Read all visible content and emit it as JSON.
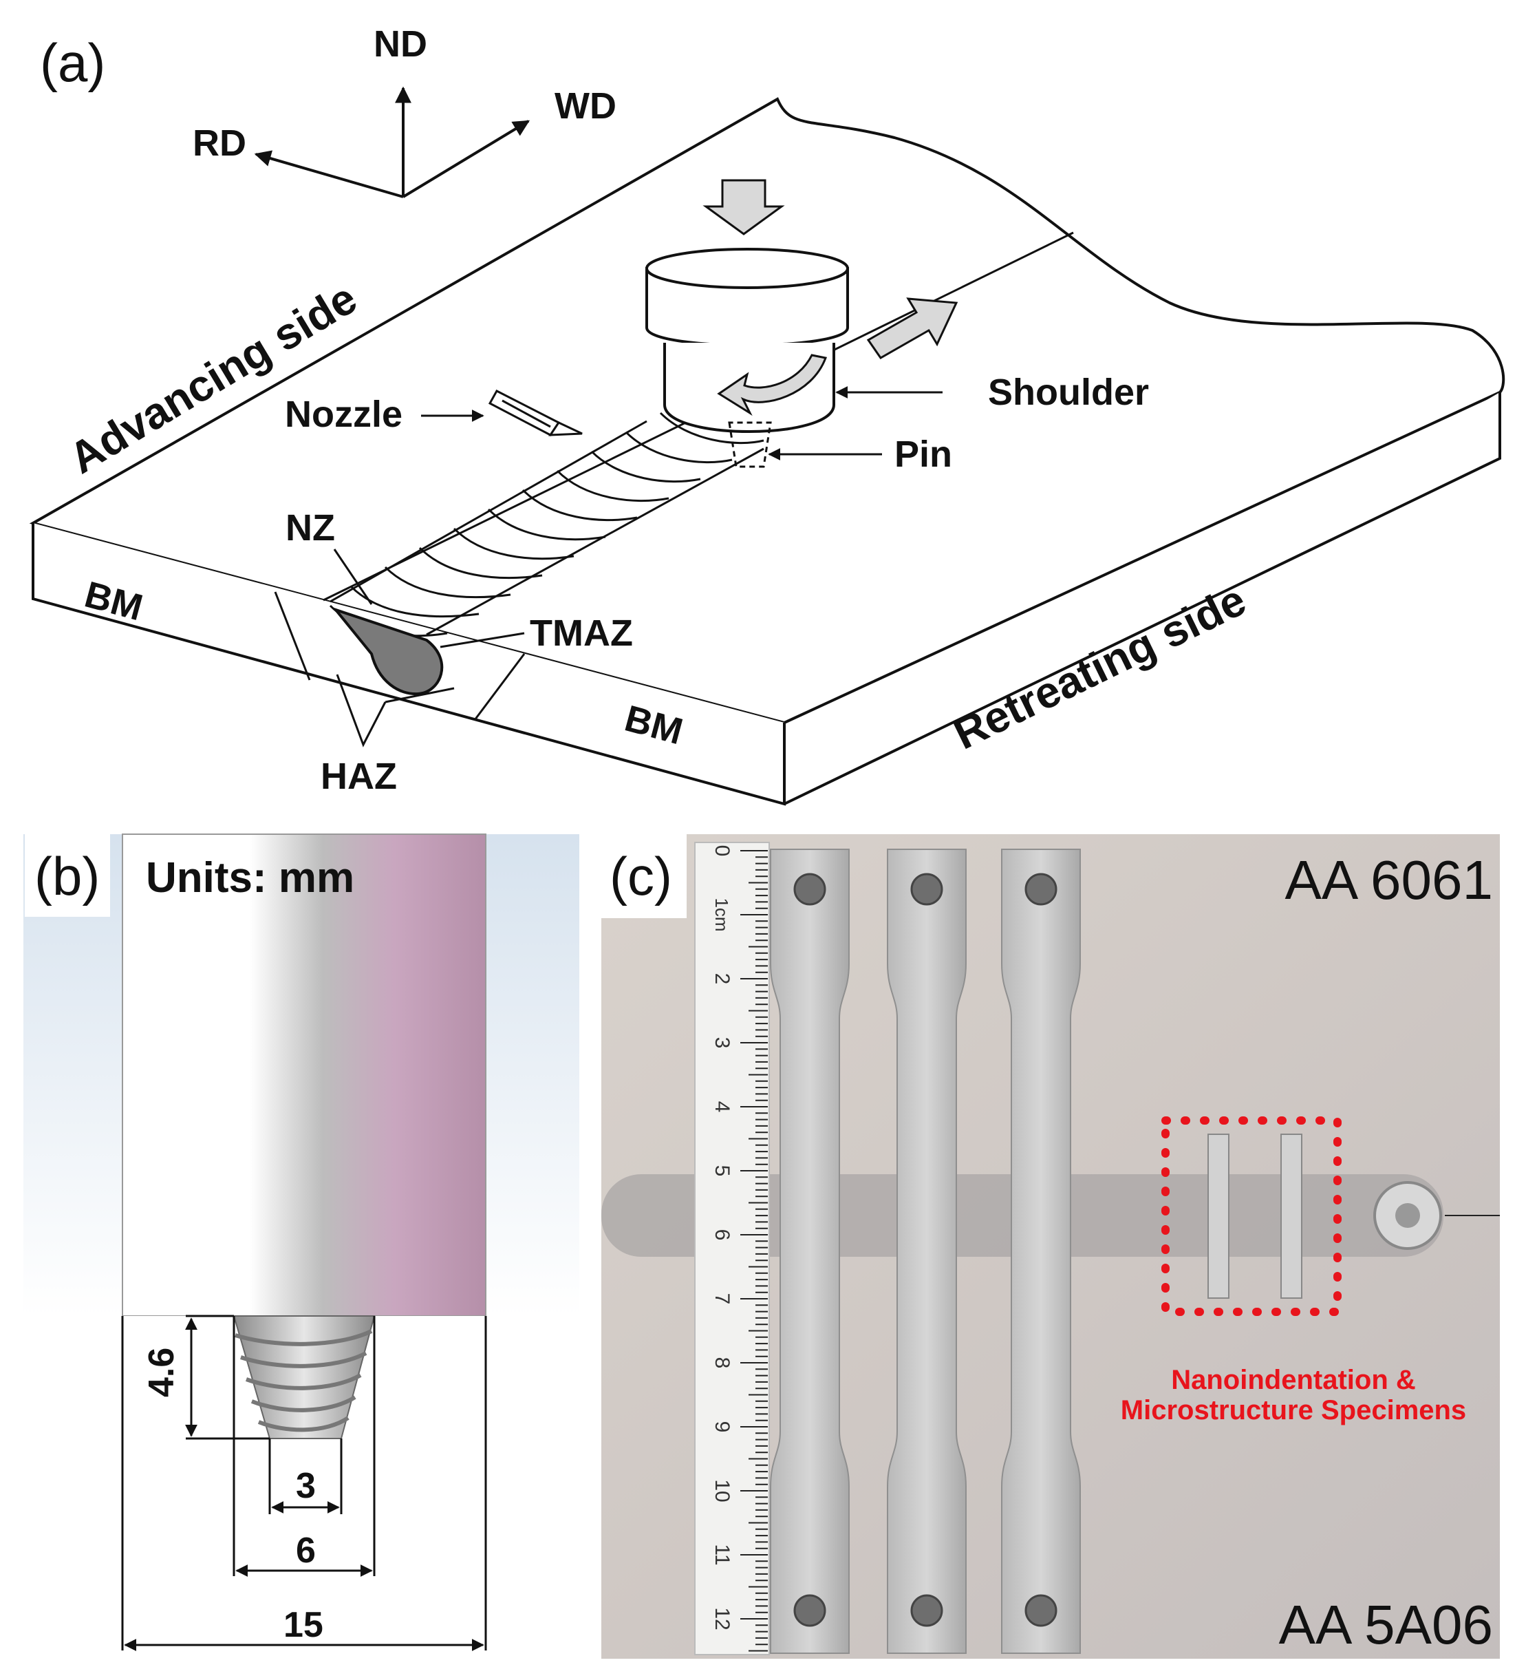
{
  "panel_a": {
    "label": "(a)",
    "axes": {
      "nd": "ND",
      "wd": "WD",
      "rd": "RD"
    },
    "advancing_side": "Advancing side",
    "retreating_side": "Retreating side",
    "nozzle": "Nozzle",
    "shoulder": "Shoulder",
    "pin": "Pin",
    "nz": "NZ",
    "tmaz": "TMAZ",
    "haz": "HAZ",
    "bm_left": "BM",
    "bm_right": "BM"
  },
  "panel_b": {
    "label": "(b)",
    "units": "Units: mm",
    "dim_pin_length": "4.6",
    "dim_pin_tip": "3",
    "dim_pin_root": "6",
    "dim_shoulder": "15"
  },
  "panel_c": {
    "label": "(c)",
    "top_alloy": "AA 6061",
    "bottom_alloy": "AA 5A06",
    "specimen_label_line1": "Nanoindentation &",
    "specimen_label_line2": "Microstructure Specimens",
    "ruler_unit": "1cm",
    "ruler_numbers": [
      "0",
      "2",
      "3",
      "4",
      "5",
      "6",
      "7",
      "8",
      "9",
      "10",
      "11",
      "12"
    ]
  },
  "colors": {
    "specimen_highlight": "#e8141c",
    "nugget_zone": "#7a7a7a",
    "arrow_fill": "#d9d9d9",
    "tool_body": "#c9a6bf"
  }
}
